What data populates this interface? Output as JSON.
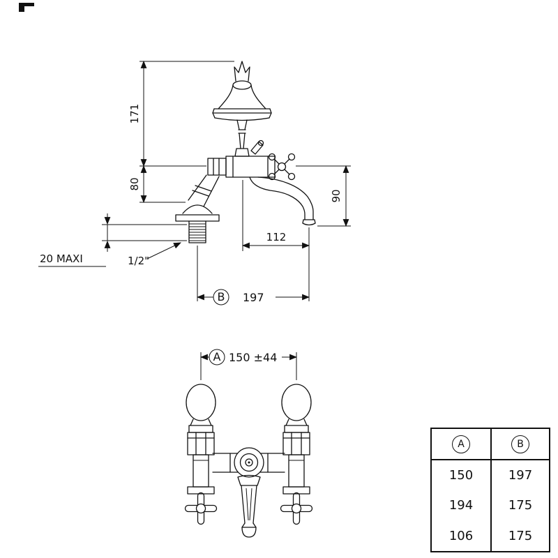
{
  "drawing": {
    "side_view": {
      "dim_171": "171",
      "dim_80": "80",
      "dim_90": "90",
      "dim_112": "112",
      "deck_note": "20 MAXI",
      "thread_note": "1/2\"",
      "ref_b": "B",
      "dim_197": "197"
    },
    "front_view": {
      "ref_a": "A",
      "dim_150": "150 ±44"
    }
  },
  "table": {
    "header": {
      "col_a": "A",
      "col_b": "B"
    },
    "rows": [
      {
        "a": "150",
        "b": "197"
      },
      {
        "a": "194",
        "b": "175"
      },
      {
        "a": "106",
        "b": "175"
      }
    ]
  }
}
